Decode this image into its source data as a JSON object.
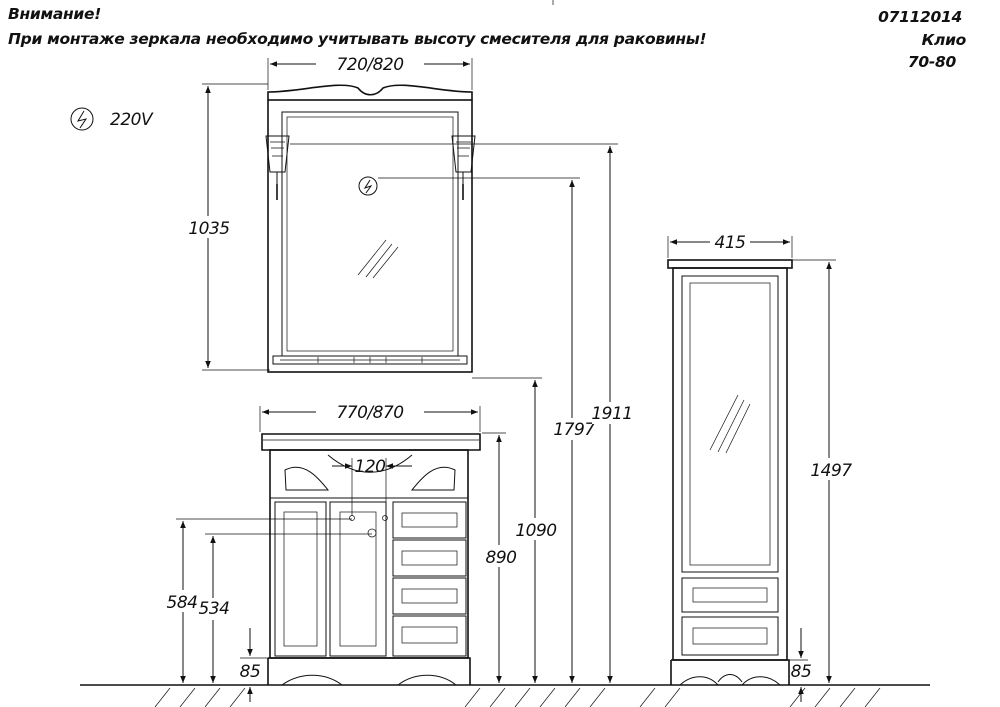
{
  "header": {
    "warning_title": "Внимание!",
    "warning_text": "При монтаже зеркала необходимо учитывать высоту смесителя для раковины!",
    "doc_code": "07112014",
    "model_name": "Клио",
    "model_size": "70-80"
  },
  "legend": {
    "power_symbol": "electric-outlet-icon",
    "power_label": "220V"
  },
  "dimensions": {
    "mirror_width": "720/820",
    "mirror_height": "1035",
    "vanity_width": "770/870",
    "drain_offset": "120",
    "outlet_height": "1797",
    "mirror_top_height": "1911",
    "vanity_total_height": "1090",
    "counter_height": "890",
    "pipe_height_upper": "584",
    "pipe_height_lower": "534",
    "vanity_base_height": "85",
    "cabinet_width": "415",
    "cabinet_height": "1497",
    "cabinet_base_height": "85"
  }
}
